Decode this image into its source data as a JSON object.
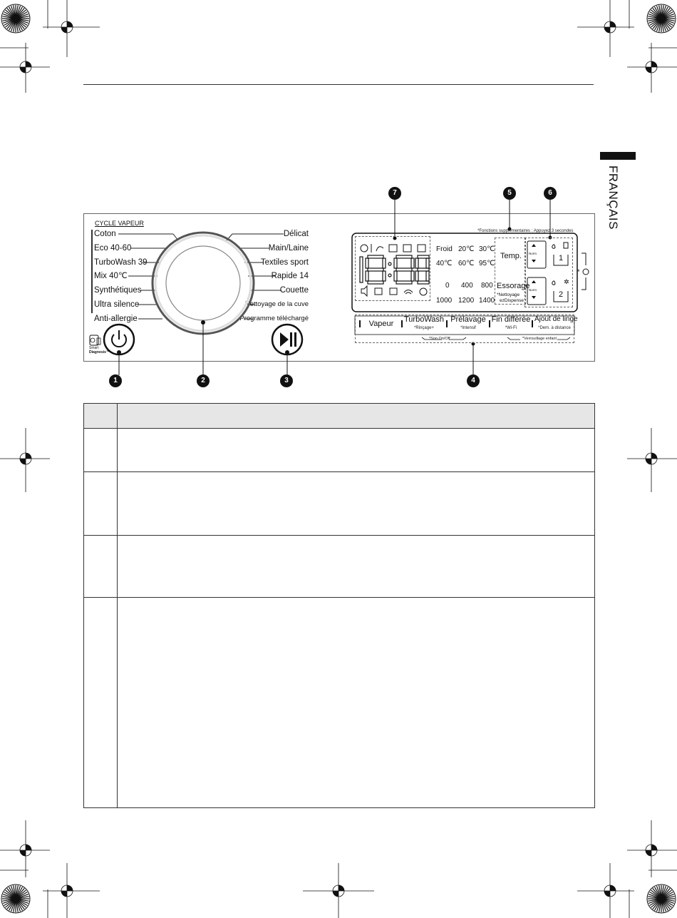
{
  "language_tab": "FRANÇAIS",
  "panel": {
    "cycle_title": "CYCLE VAPEUR",
    "footnote_top": "*Fonctions supplémentaires : Appuyez 3 secondes",
    "programs_left": [
      "Coton",
      "Eco 40-60",
      "TurboWash 39",
      "Mix 40℃",
      "Synthétiques",
      "Ultra silence",
      "Anti-allergie"
    ],
    "programs_right": [
      "Délicat",
      "Main/Laine",
      "Textiles sport",
      "Rapide 14",
      "Couette",
      "Nettoyage de la cuve",
      "Programme téléchargé"
    ],
    "smart_diagnosis": [
      "Smart",
      "Diagnosis™"
    ],
    "display": {
      "digits": "18:88",
      "temperatures": [
        "Froid",
        "20℃",
        "30℃",
        "40℃",
        "60℃",
        "95℃"
      ],
      "spins": [
        "0",
        "400",
        "800",
        "1000",
        "1200",
        "1400"
      ],
      "temp_label": "Temp.",
      "spin_label": "Essorage",
      "spin_sub": [
        "*Nettoyage",
        "ezDispense"
      ],
      "norm_label": "Norm",
      "tank_1": "1",
      "tank_2": "2"
    },
    "buttons": [
      {
        "label": "Vapeur",
        "sub": ""
      },
      {
        "label": "TurboWash",
        "sub": "*Rinçage+"
      },
      {
        "label": "Prélavage",
        "sub": "*Intensif"
      },
      {
        "label": "Fin différée",
        "sub": "*Wi-Fi"
      },
      {
        "label": "Ajout de linge",
        "sub": "*Dem. à distance"
      }
    ],
    "sound_label": "*Son On/Off",
    "child_lock_label": "*Verrouillage enfant",
    "settings_mark": "*",
    "callouts": [
      "1",
      "2",
      "3",
      "4",
      "5",
      "6",
      "7"
    ]
  },
  "table": {
    "header": "",
    "rows": [
      "",
      "",
      "",
      ""
    ]
  }
}
